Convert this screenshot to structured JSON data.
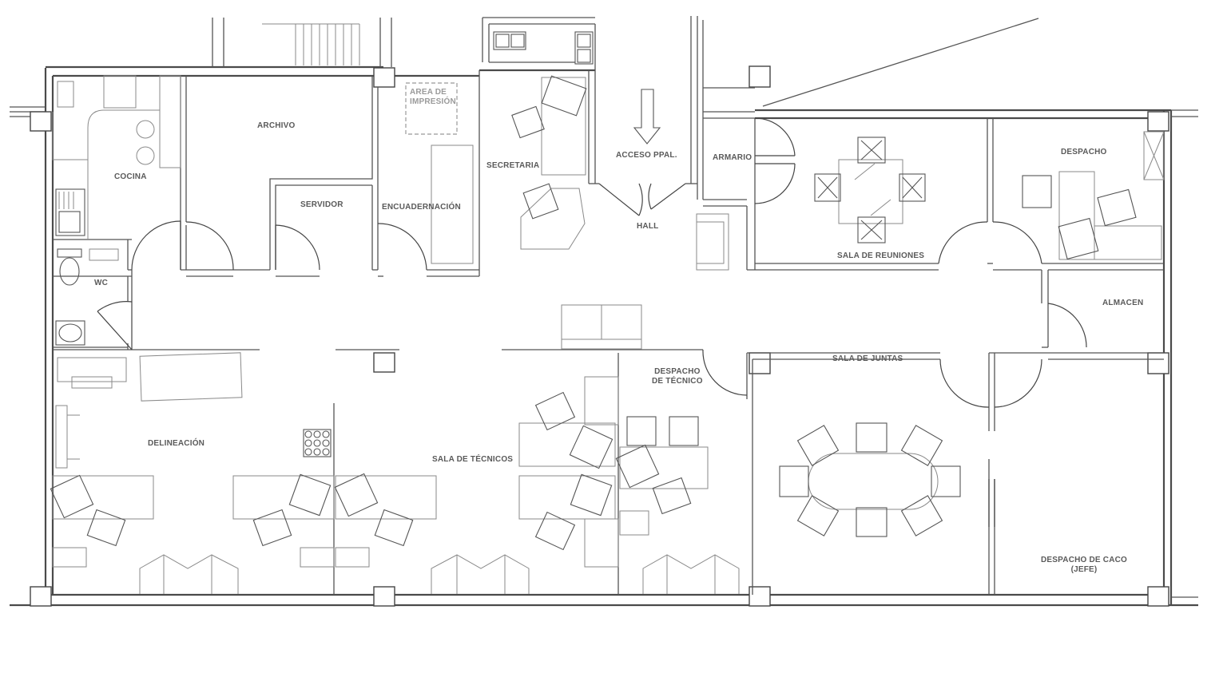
{
  "plan": {
    "rooms": {
      "archivo": "ARCHIVO",
      "area_impresion_1": "AREA  DE",
      "area_impresion_2": "IMPRESIÓN",
      "cocina": "COCINA",
      "servidor": "SERVIDOR",
      "encuadernacion": "ENCUADERNACIÓN",
      "secretaria": "SECRETARIA",
      "acceso": "ACCESO PPAL.",
      "hall": "HALL",
      "armario": "ARMARIO",
      "despacho": "DESPACHO",
      "sala_reuniones": "SALA DE REUNIONES",
      "wc": "WC",
      "almacen": "ALMACEN",
      "despacho_tecnico_1": "DESPACHO",
      "despacho_tecnico_2": "DE TÉCNICO",
      "sala_juntas": "SALA DE JUNTAS",
      "delineacion": "DELINEACIÓN",
      "sala_tecnicos": "SALA DE TÉCNICOS",
      "despacho_caco_1": "DESPACHO DE CACO",
      "despacho_caco_2": "(JEFE)"
    },
    "colors": {
      "wall": "#4a4a4a",
      "furniture": "#8a8a8a",
      "label": "#5a5a5a"
    }
  }
}
